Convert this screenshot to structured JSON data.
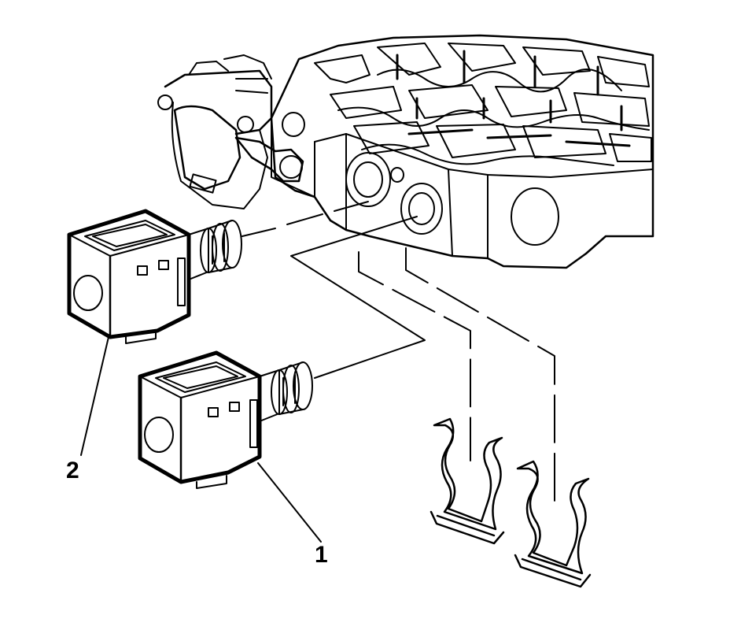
{
  "callouts": [
    {
      "id": "1",
      "text": "1"
    },
    {
      "id": "2",
      "text": "2"
    }
  ],
  "colors": {
    "ink": "#000000",
    "paper": "#ffffff"
  }
}
